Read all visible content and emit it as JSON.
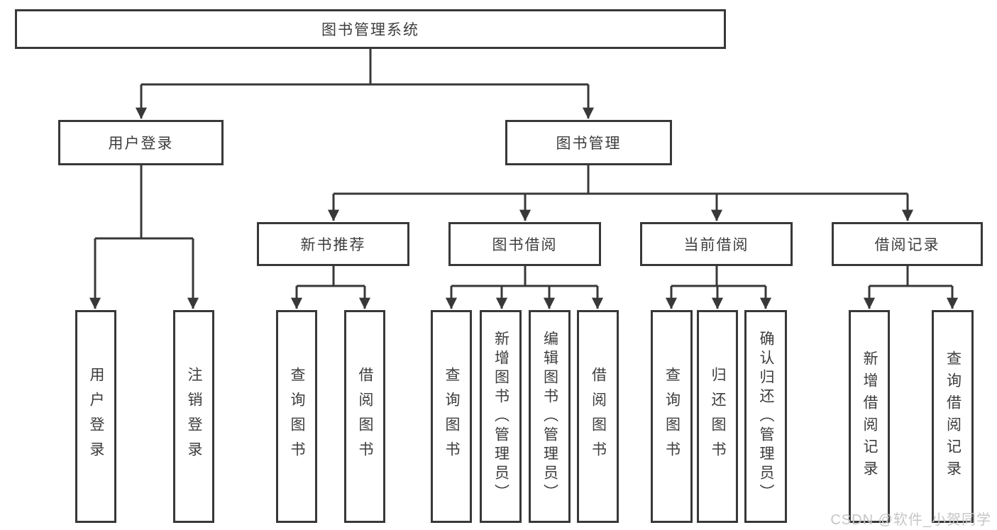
{
  "diagram_title": "图书管理系统",
  "tree": {
    "root": "图书管理系统",
    "branches": [
      {
        "label": "用户登录",
        "children": [
          "用户登录",
          "注销登录"
        ]
      },
      {
        "label": "图书管理",
        "sections": [
          {
            "label": "新书推荐",
            "children": [
              "查询图书",
              "借阅图书"
            ]
          },
          {
            "label": "图书借阅",
            "children": [
              "查询图书",
              "新增图书（管理员）",
              "编辑图书（管理员）",
              "借阅图书"
            ]
          },
          {
            "label": "当前借阅",
            "children": [
              "查询图书",
              "归还图书",
              "确认归还（管理员）"
            ]
          },
          {
            "label": "借阅记录",
            "children": [
              "新增借阅记录",
              "查询借阅记录"
            ]
          }
        ]
      }
    ]
  },
  "watermark": "CSDN @软件_小贺同学",
  "colors": {
    "line": "#383838",
    "box_border": "#383838",
    "text": "#3d3d3d",
    "background": "#ffffff",
    "watermark": "#c6c6c6"
  }
}
